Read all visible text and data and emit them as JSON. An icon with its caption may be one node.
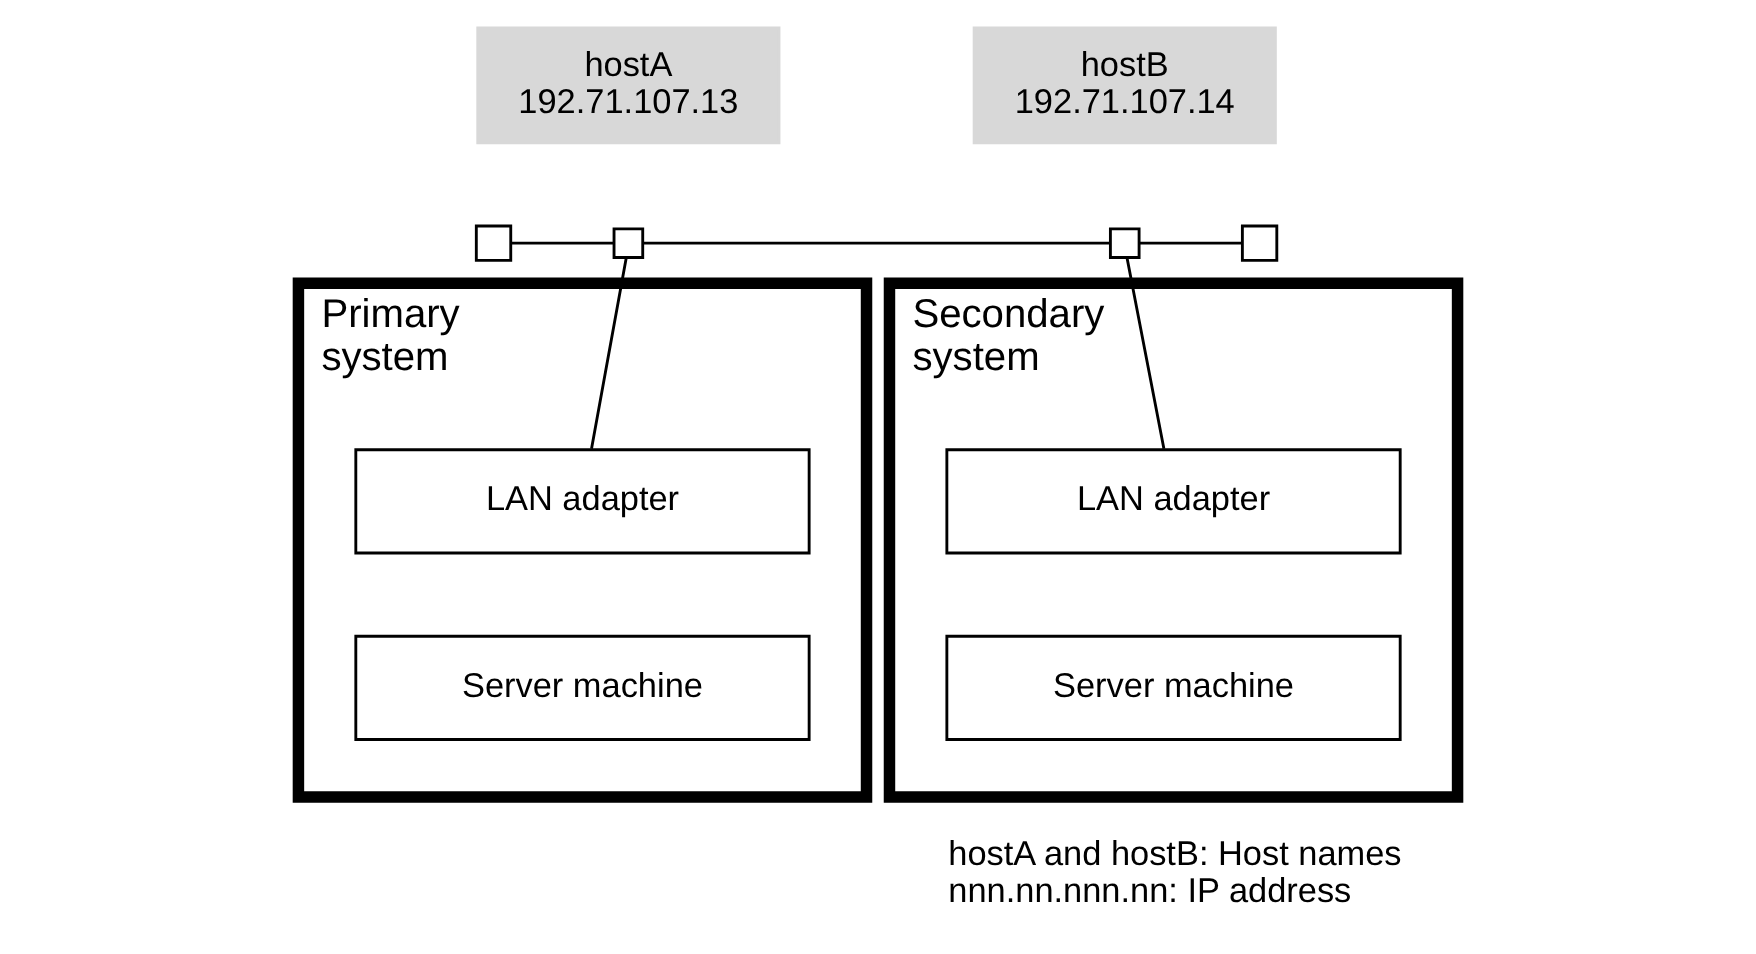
{
  "diagram": {
    "nodes": [
      {
        "text": [
          "hostA",
          "192.71.107.13"
        ]
      },
      {
        "text": [
          "hostB",
          "192.71.107.14"
        ]
      },
      {
        "text": [],
        "shape": "box"
      },
      {
        "text": [],
        "shape": "box"
      },
      {
        "text": [],
        "shape": "box"
      },
      {
        "text": [],
        "shape": "box"
      },
      {
        "text": [
          "Primary system"
        ]
      },
      {
        "text": [
          "LAN adapter"
        ],
        "in": 6
      },
      {
        "text": [
          "Server machine"
        ],
        "in": 6
      },
      {
        "text": [
          "Secondary system"
        ]
      },
      {
        "text": [
          "LAN adapter"
        ],
        "in": 9
      },
      {
        "text": [
          "Server machine"
        ],
        "in": 9
      }
    ],
    "edges": [
      {
        "from": 2,
        "to": 3,
        "arrow": "none"
      },
      {
        "from": 3,
        "to": 4,
        "arrow": "none"
      },
      {
        "from": 4,
        "to": 5,
        "arrow": "none"
      },
      {
        "from": 3,
        "to": 7,
        "arrow": "none"
      },
      {
        "from": 4,
        "to": 10,
        "arrow": "none"
      }
    ],
    "labels": [
      "hostA and hostB: Host names",
      "nnn.nn.nnn.nn: IP address"
    ]
  }
}
